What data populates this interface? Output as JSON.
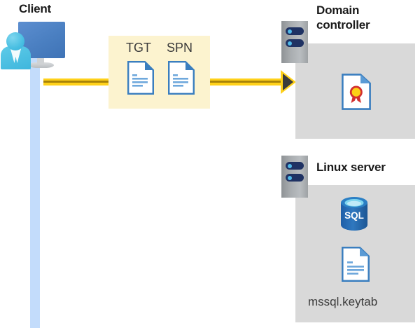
{
  "diagram": {
    "title_client": "Client",
    "title_domain_controller": "Domain controller",
    "title_linux_server": "Linux server",
    "tokens": {
      "tgt_label": "TGT",
      "spn_label": "SPN"
    },
    "linux": {
      "database_label": "SQL",
      "keytab_filename": "mssql.keytab"
    },
    "colors": {
      "highlight_box": "#fcf3cf",
      "panel_gray": "#d9d9d9",
      "wire_yellow": "#ffd11a",
      "wire_center": "#a88308",
      "lifeline_blue": "#c3dcfb",
      "doc_blue": "#3a7ebf",
      "rack_navy": "#1f3263",
      "rack_led": "#4fb9e8",
      "sql_blue": "#2b6fb5",
      "cert_gold": "#fcd116",
      "cert_red": "#d32f2f",
      "text_dark": "#1a1a1a",
      "text_body": "#3b3b3b"
    }
  }
}
